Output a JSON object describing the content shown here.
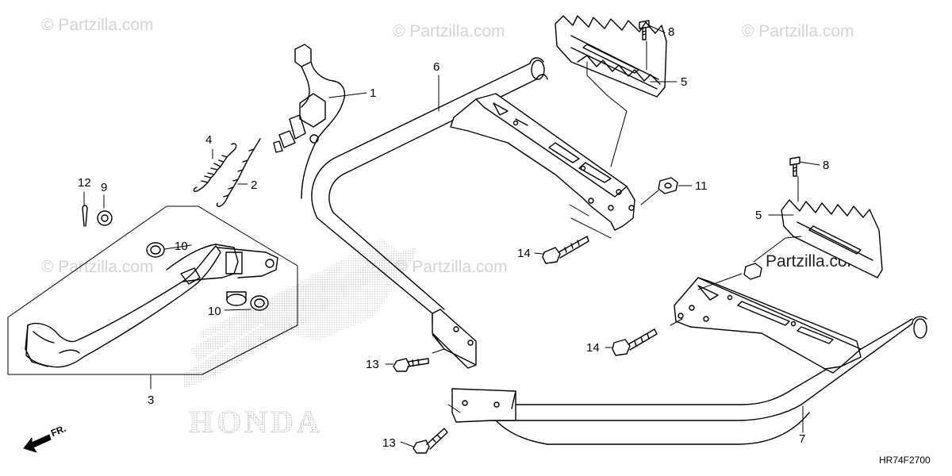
{
  "watermarks": {
    "text": "© Partzilla.com",
    "dark_text": "Partzilla.com",
    "honda_logo_text": "HONDA"
  },
  "diagram": {
    "code": "HR74F2700",
    "direction_label": "FR."
  },
  "callouts": {
    "c1": "1",
    "c2": "2",
    "c3": "3",
    "c4": "4",
    "c5a": "5",
    "c5b": "5",
    "c6": "6",
    "c7": "7",
    "c8a": "8",
    "c8b": "8",
    "c9": "9",
    "c10a": "10",
    "c10b": "10",
    "c11": "11",
    "c12": "12",
    "c13a": "13",
    "c13b": "13",
    "c14a": "14",
    "c14b": "14"
  },
  "colors": {
    "line": "#000000",
    "watermark": "#d4d4d4",
    "honda_dots": "#c9c9c9"
  }
}
